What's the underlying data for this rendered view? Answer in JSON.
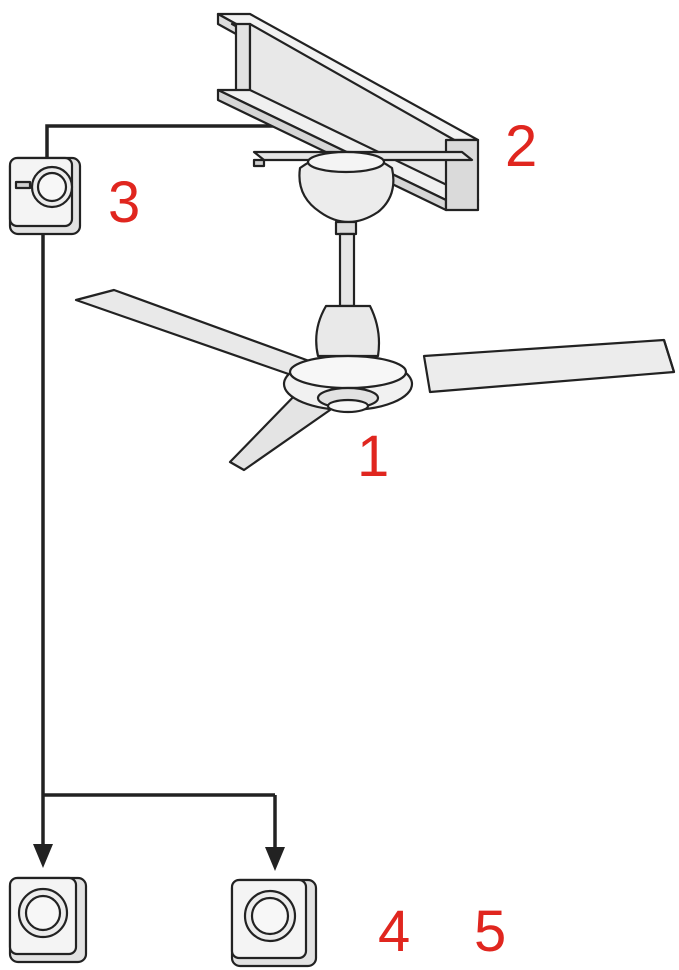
{
  "labels": {
    "fan": "1",
    "beam": "2",
    "regulator": "3",
    "switch_a": "4",
    "switch_b": "5"
  },
  "colors": {
    "label": "#e0261f",
    "outline": "#222222",
    "fill": "#ececec",
    "wire": "#222222"
  },
  "icons": {
    "fan": "ceiling-fan-icon",
    "beam": "i-beam-icon",
    "regulator": "fan-regulator-icon",
    "switch": "push-button-switch-icon"
  }
}
